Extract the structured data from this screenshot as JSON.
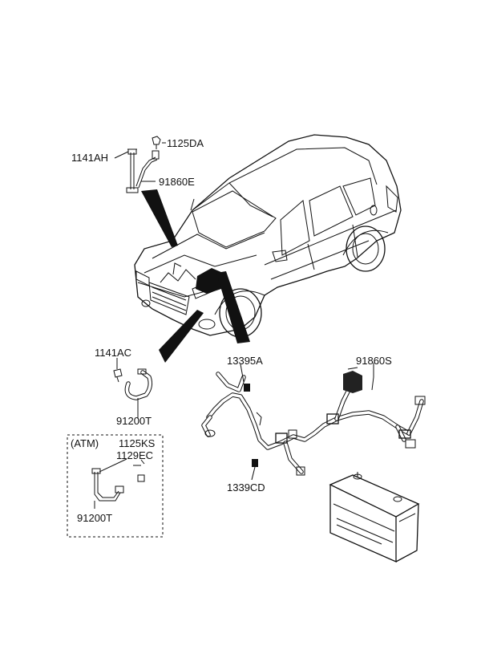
{
  "labels": {
    "p1141AH": "1141AH",
    "p1125DA": "1125DA",
    "p91860E": "91860E",
    "p1141AC": "1141AC",
    "p13395A": "13395A",
    "p91860S": "91860S",
    "p91200T": "91200T",
    "atm": "(ATM)",
    "p1125KS": "1125KS",
    "p1129EC": "1129EC",
    "p91200T_atm": "91200T",
    "p1339CD": "1339CD"
  }
}
